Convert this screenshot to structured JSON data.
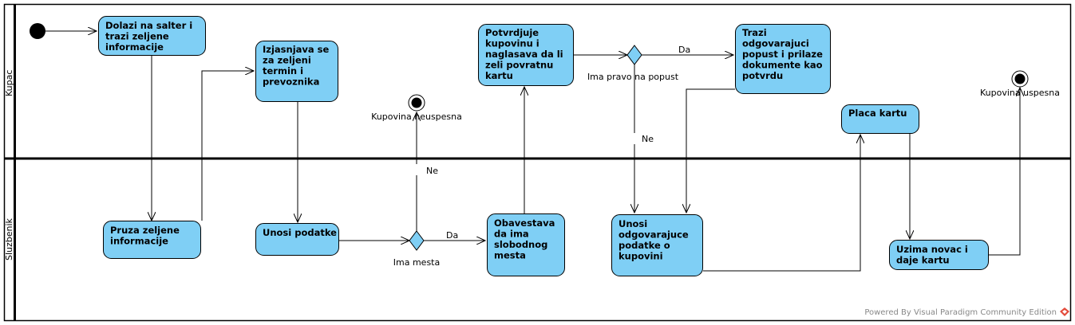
{
  "lanes": [
    {
      "id": "kupac",
      "label": "Kupac"
    },
    {
      "id": "sluzbenik",
      "label": "Sluzbenik"
    }
  ],
  "activities": {
    "a1": [
      "Dolazi na salter i",
      "trazi zeljene",
      "informacije"
    ],
    "a2": [
      "Pruza zeljene",
      "informacije"
    ],
    "a3": [
      "Izjasnjava se",
      "za zeljeni",
      "termin i",
      "prevoznika"
    ],
    "a4": [
      "Unosi podatke"
    ],
    "a5": [
      "Obavestava",
      "da ima",
      "slobodnog",
      "mesta"
    ],
    "a6": [
      "Potvrdjuje",
      "kupovinu i",
      "naglasava da li",
      "zeli povratnu",
      "kartu"
    ],
    "a7": [
      "Trazi",
      "odgovarajuci",
      "popust i prilaze",
      "dokumente kao",
      "potvrdu"
    ],
    "a8": [
      "Unosi",
      "odgovarajuce",
      "podatke o",
      "kupovini"
    ],
    "a9": [
      "Placa kartu"
    ],
    "a10": [
      "Uzima novac i",
      "daje kartu"
    ]
  },
  "decisions": {
    "d1": "Ima mesta",
    "d2": "Ima pravo na popust"
  },
  "final_nodes": {
    "f1": "Kupovina neuspesna",
    "f2": "Kupovina uspesna"
  },
  "guards": {
    "da1": "Da",
    "ne1": "Ne",
    "da2": "Da",
    "ne2": "Ne"
  },
  "footer": "Powered By Visual Paradigm Community Edition"
}
